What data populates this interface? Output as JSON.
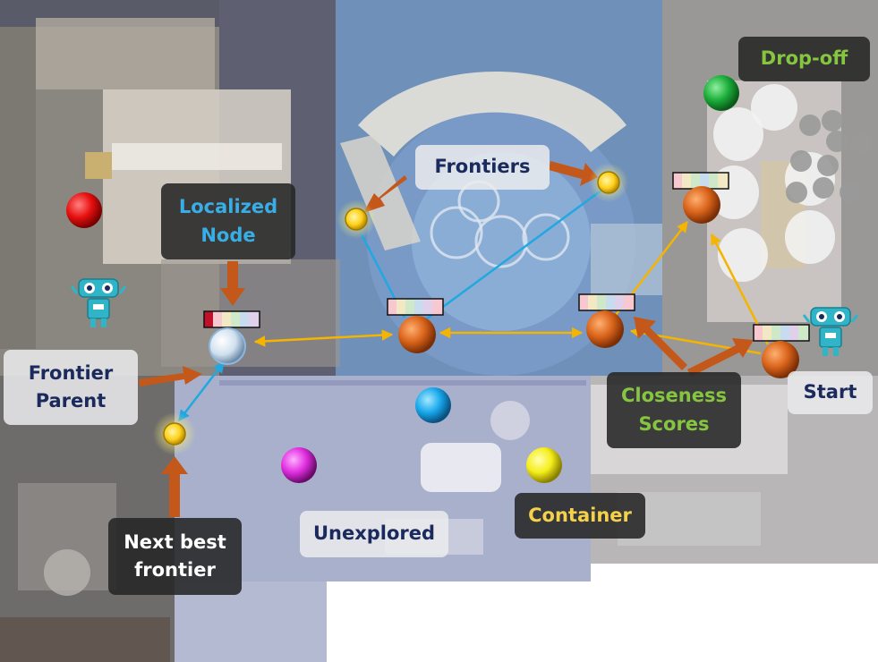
{
  "labels": {
    "drop_off": "Drop-off",
    "frontiers": "Frontiers",
    "localized_node": "Localized\nNode",
    "frontier_parent": "Frontier\nParent",
    "closeness_scores": "Closeness\nScores",
    "start": "Start",
    "next_best_frontier": "Next best\nfrontier",
    "unexplored": "Unexplored",
    "container": "Container"
  },
  "colors": {
    "green_text": "#86c540",
    "blue_text": "#39aee6",
    "navy_text": "#1b2a5c",
    "yellow_text": "#f5d04a",
    "white_text": "#ffffff",
    "edge_yellow": "#f4b400",
    "edge_cyan": "#21a8e0",
    "pointer_orange": "#c4581a",
    "node_orange": "#d9631a",
    "frontier_yellow": "#ffd21f",
    "object_red": "#e81010",
    "object_green": "#1cae3a",
    "object_blue": "#18a8ec",
    "object_magenta": "#e02ee0",
    "object_yellow": "#f5ee1a",
    "score_cells": [
      "#c0102a",
      "#f7c8d0",
      "#f3e8c4",
      "#cfe8c8",
      "#c8dcf0",
      "#e0d0ec"
    ]
  },
  "icons": [
    "robot-icon",
    "robot-icon"
  ]
}
